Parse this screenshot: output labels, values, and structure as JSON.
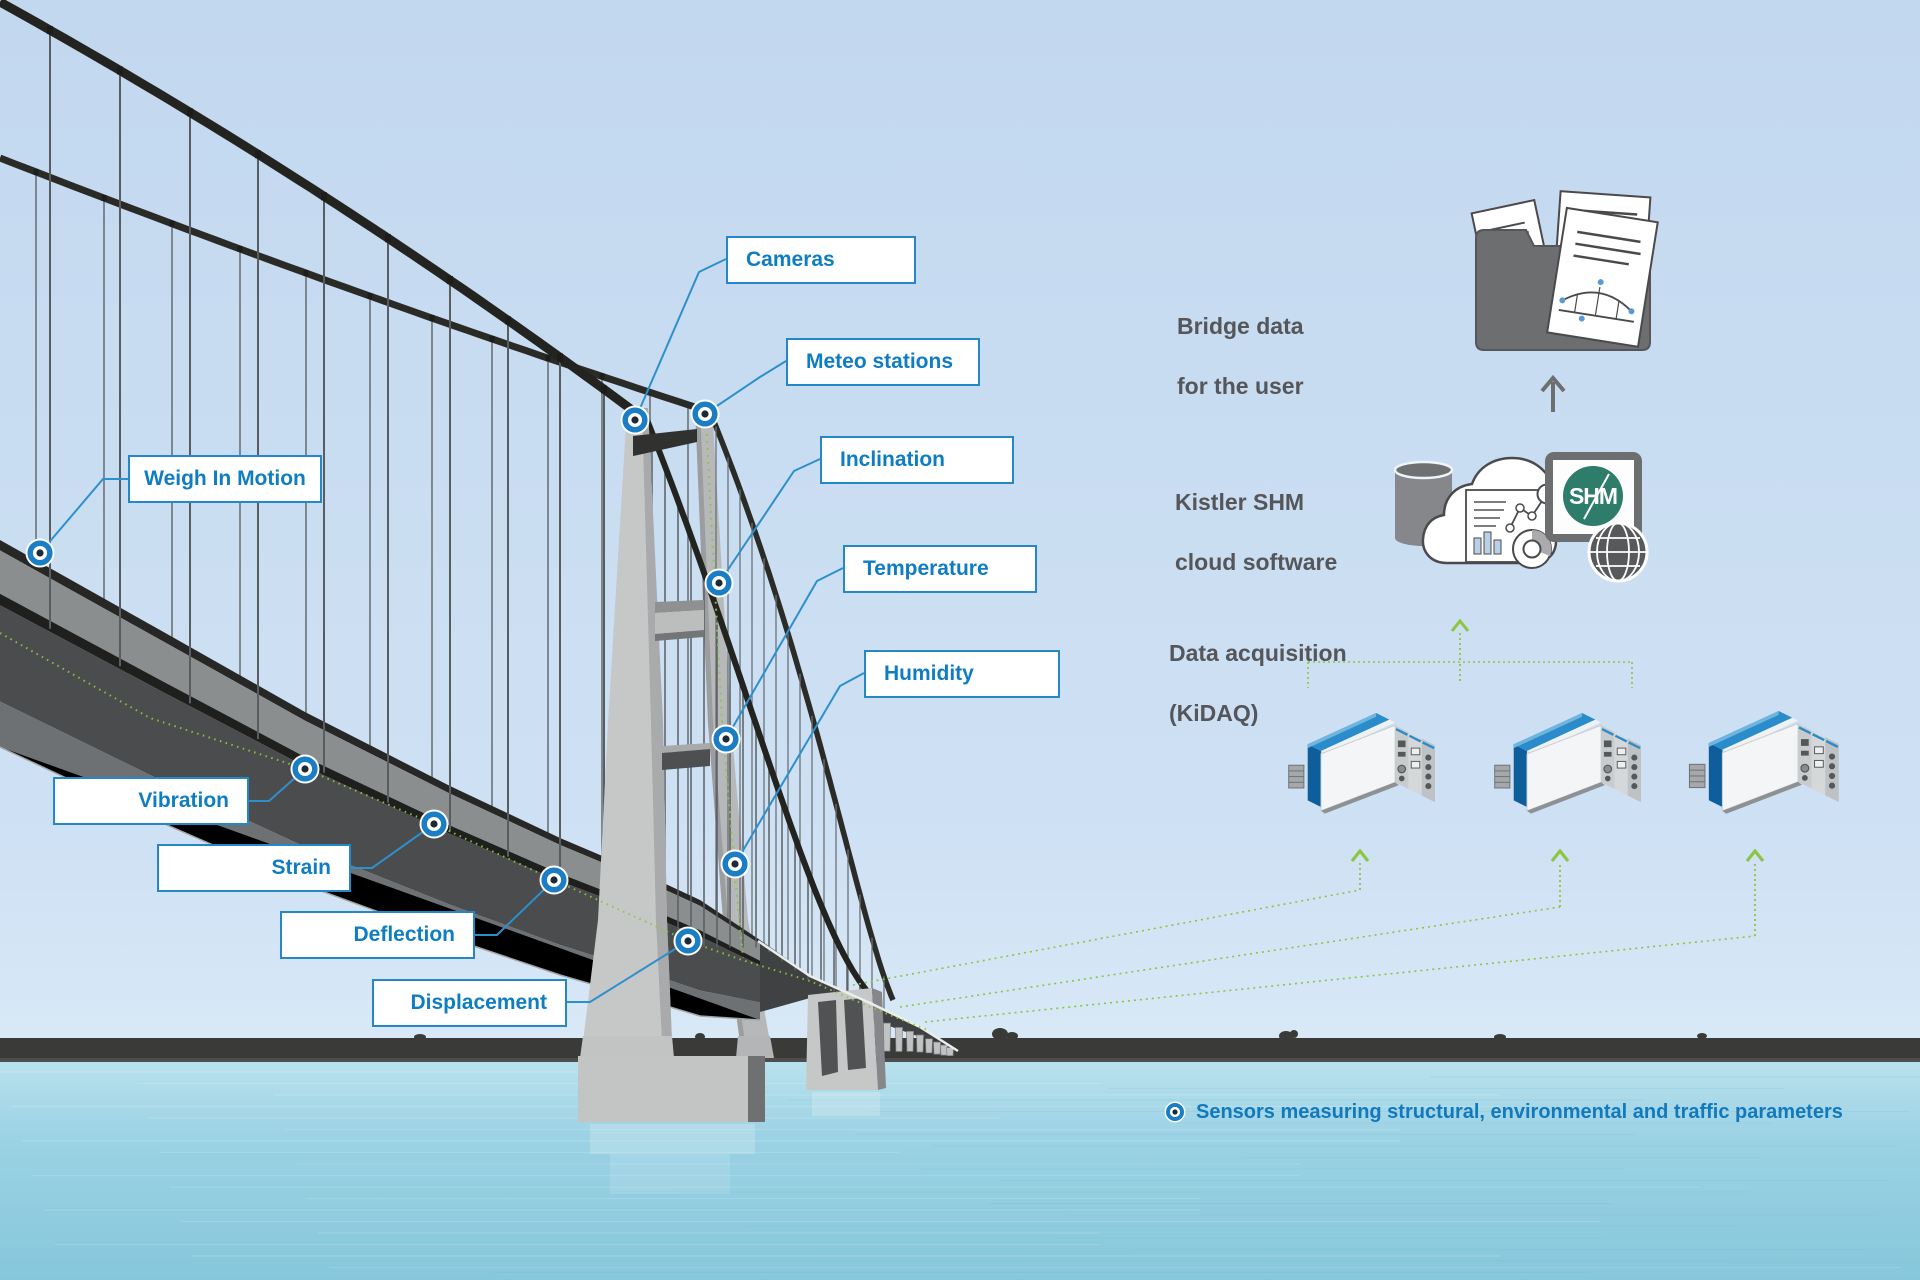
{
  "meta": {
    "title": "Structural health monitoring of a suspension bridge"
  },
  "callouts": [
    {
      "id": "cameras",
      "text": "Cameras"
    },
    {
      "id": "meteo",
      "text": "Meteo stations"
    },
    {
      "id": "inclination",
      "text": "Inclination"
    },
    {
      "id": "temperature",
      "text": "Temperature"
    },
    {
      "id": "humidity",
      "text": "Humidity"
    },
    {
      "id": "wim",
      "text": "Weigh In Motion"
    },
    {
      "id": "vibration",
      "text": "Vibration"
    },
    {
      "id": "strain",
      "text": "Strain"
    },
    {
      "id": "deflection",
      "text": "Deflection"
    },
    {
      "id": "displacement",
      "text": "Displacement"
    }
  ],
  "stages": [
    {
      "id": "user",
      "line1": "Bridge data",
      "line2": "for the user",
      "icon": "folder-documents-icon"
    },
    {
      "id": "cloud",
      "line1": "Kistler SHM",
      "line2": "cloud software",
      "icon": "cloud-software-icon"
    },
    {
      "id": "daq",
      "line1": "Data acquisition",
      "line2": "(KiDAQ)",
      "icon": "daq-device-icon"
    }
  ],
  "legend": {
    "icon": "sensor-dot-icon",
    "text": "Sensors measuring structural, environmental and traffic parameters"
  },
  "cloud_icon": {
    "shm_logo_text": "SHM"
  },
  "palette": {
    "kistler_blue_text": "#0f7dc2",
    "callout_border": "#2387c8",
    "leader_blue": "#2e8fcd",
    "dot_ring_blue": "#1b7ec4",
    "lime_green": "#8cc63f",
    "caption_gray": "#55565a",
    "shm_green": "#2e7c6a",
    "sky_blue": "#c9ddf1",
    "water_blue": "#8fccdf",
    "bridge_dark": "#4a4c4e",
    "tower_gray": "#c6c7c7"
  }
}
